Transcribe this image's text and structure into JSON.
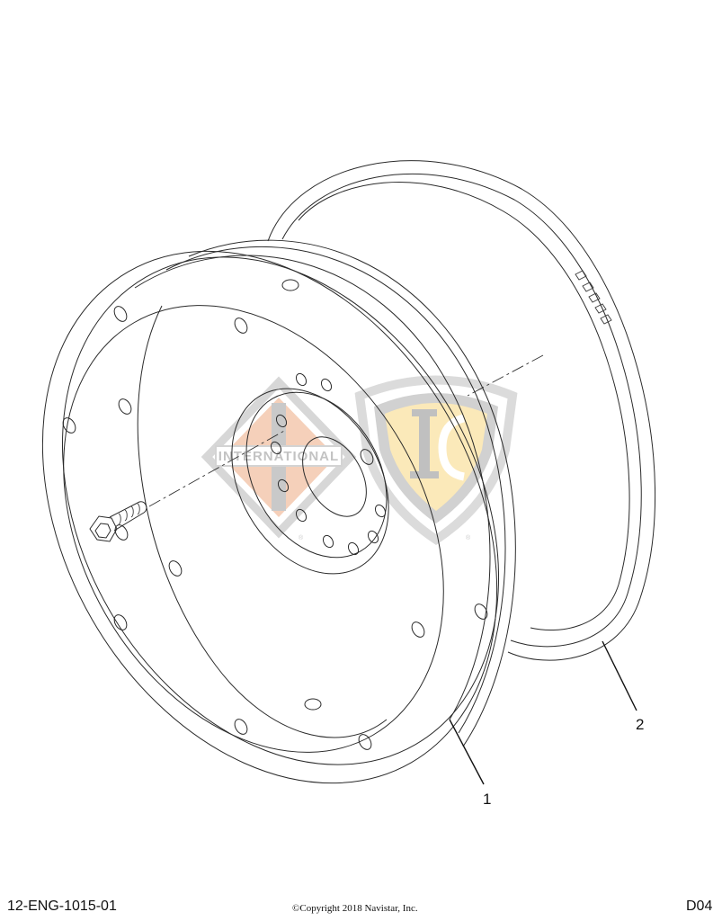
{
  "diagram": {
    "type": "exploded-parts-illustration",
    "subject": "flywheel assembly with ring gear",
    "callouts": [
      {
        "number": "1",
        "part": "flywheel"
      },
      {
        "number": "2",
        "part": "ring gear"
      }
    ]
  },
  "watermarks": {
    "international_logo_text": "INTERNATIONAL",
    "ic_logo_text": "IC",
    "registered_mark": "®",
    "colors": {
      "international_orange": "#f4cbb3",
      "international_gray": "#c9c9c9",
      "ic_yellow": "#fbe8b6",
      "ic_gray": "#cfcfcf"
    }
  },
  "footer": {
    "figure_id": "12-ENG-1015-01",
    "copyright": "©Copyright 2018 Navistar, Inc.",
    "page_code": "D04"
  }
}
